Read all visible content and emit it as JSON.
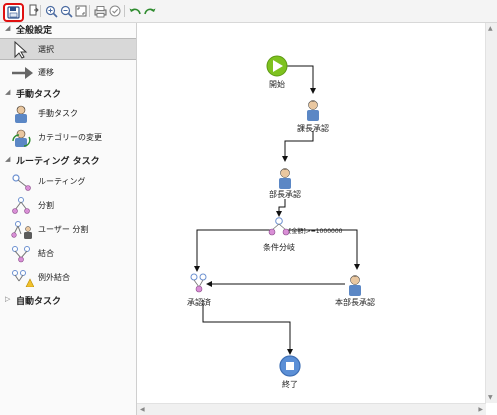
{
  "palette": {
    "categories": [
      {
        "label": "全般設定"
      },
      {
        "label": "手動タスク"
      },
      {
        "label": "ルーティング タスク"
      },
      {
        "label": "自動タスク"
      }
    ],
    "items": [
      {
        "label": "選択",
        "icon": "cursor-icon"
      },
      {
        "label": "遷移",
        "icon": "arrow-icon"
      },
      {
        "label": "手動タスク",
        "icon": "person-icon"
      },
      {
        "label": "カテゴリーの変更",
        "icon": "person-refresh-icon"
      },
      {
        "label": "ルーティング",
        "icon": "routing-icon"
      },
      {
        "label": "分割",
        "icon": "split-icon"
      },
      {
        "label": "ユーザー 分割",
        "icon": "user-split-icon"
      },
      {
        "label": "結合",
        "icon": "join-icon"
      },
      {
        "label": "例外結合",
        "icon": "exception-join-icon"
      }
    ]
  },
  "diagram": {
    "nodes": [
      {
        "label": "開始"
      },
      {
        "label": "課長承認"
      },
      {
        "label": "部長承認"
      },
      {
        "label": "条件分岐"
      },
      {
        "label": "本部長承認"
      },
      {
        "label": "承認済"
      },
      {
        "label": "終了"
      }
    ],
    "condition_label": "[金額]>=1000000"
  },
  "colors": {
    "start": "#7ec21f",
    "end": "#5b8fd6",
    "person": "#5b87c5",
    "gateway": "#d98fd6",
    "highlight": "#e01010"
  }
}
